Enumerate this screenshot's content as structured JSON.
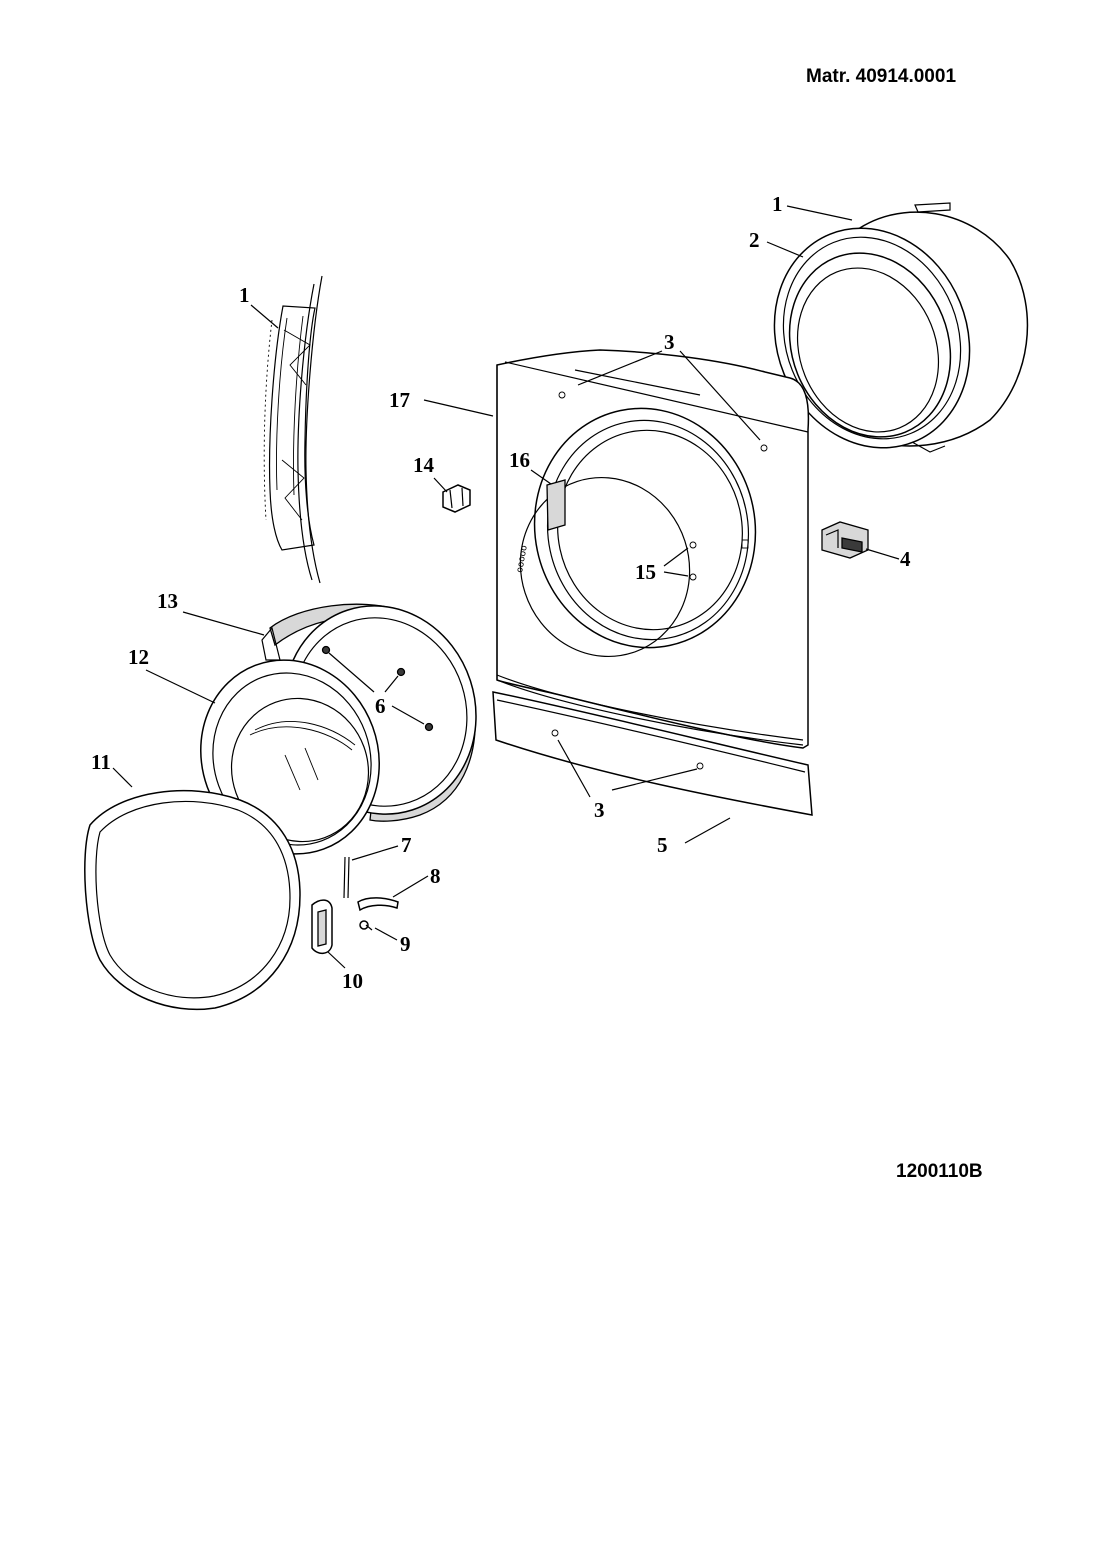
{
  "header": {
    "material_number": "Matr. 40914.0001"
  },
  "footer": {
    "drawing_code": "1200110B"
  },
  "callouts": [
    {
      "id": "c1a",
      "label": "1"
    },
    {
      "id": "c2",
      "label": "2"
    },
    {
      "id": "c1b",
      "label": "1"
    },
    {
      "id": "c3a",
      "label": "3"
    },
    {
      "id": "c17",
      "label": "17"
    },
    {
      "id": "c14",
      "label": "14"
    },
    {
      "id": "c16",
      "label": "16"
    },
    {
      "id": "c15",
      "label": "15"
    },
    {
      "id": "c4",
      "label": "4"
    },
    {
      "id": "c13",
      "label": "13"
    },
    {
      "id": "c12",
      "label": "12"
    },
    {
      "id": "c6",
      "label": "6"
    },
    {
      "id": "c11",
      "label": "11"
    },
    {
      "id": "c3b",
      "label": "3"
    },
    {
      "id": "c5",
      "label": "5"
    },
    {
      "id": "c7",
      "label": "7"
    },
    {
      "id": "c8",
      "label": "8"
    },
    {
      "id": "c9",
      "label": "9"
    },
    {
      "id": "c10",
      "label": "10"
    }
  ],
  "colors": {
    "line": "#000000",
    "background": "#ffffff",
    "dark_fill": "#3a3a3a"
  }
}
